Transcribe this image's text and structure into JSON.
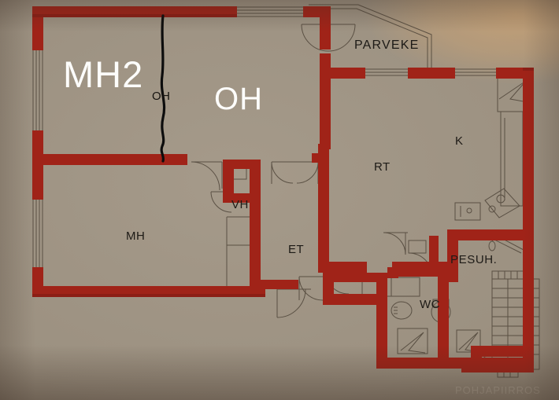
{
  "document": {
    "type": "floor-plan-photograph",
    "caption_footer": "POHJAPIIRROS"
  },
  "colors": {
    "wall": "#a02318",
    "wall_shadow": "#7d1a12",
    "paper": "#a59a8a",
    "ink": "#1d1a16",
    "overlay_text": "#fdfdfb",
    "annotation_marker": "#111111"
  },
  "room_labels": [
    {
      "id": "mh2",
      "text": "MH2",
      "style": "overlay-white-large"
    },
    {
      "id": "oh_big",
      "text": "OH",
      "style": "overlay-white-large"
    },
    {
      "id": "oh_small",
      "text": "OH",
      "style": "printed-small"
    },
    {
      "id": "parveke",
      "text": "PARVEKE",
      "style": "printed"
    },
    {
      "id": "k",
      "text": "K",
      "style": "printed"
    },
    {
      "id": "rt",
      "text": "RT",
      "style": "printed"
    },
    {
      "id": "vh",
      "text": "VH",
      "style": "printed"
    },
    {
      "id": "mh",
      "text": "MH",
      "style": "printed"
    },
    {
      "id": "et",
      "text": "ET",
      "style": "printed"
    },
    {
      "id": "pesuh",
      "text": "PESUH.",
      "style": "printed"
    },
    {
      "id": "wc",
      "text": "WC",
      "style": "printed"
    }
  ],
  "annotations": {
    "divider_line": "hand-drawn black vertical line splitting MH2 from OH"
  }
}
